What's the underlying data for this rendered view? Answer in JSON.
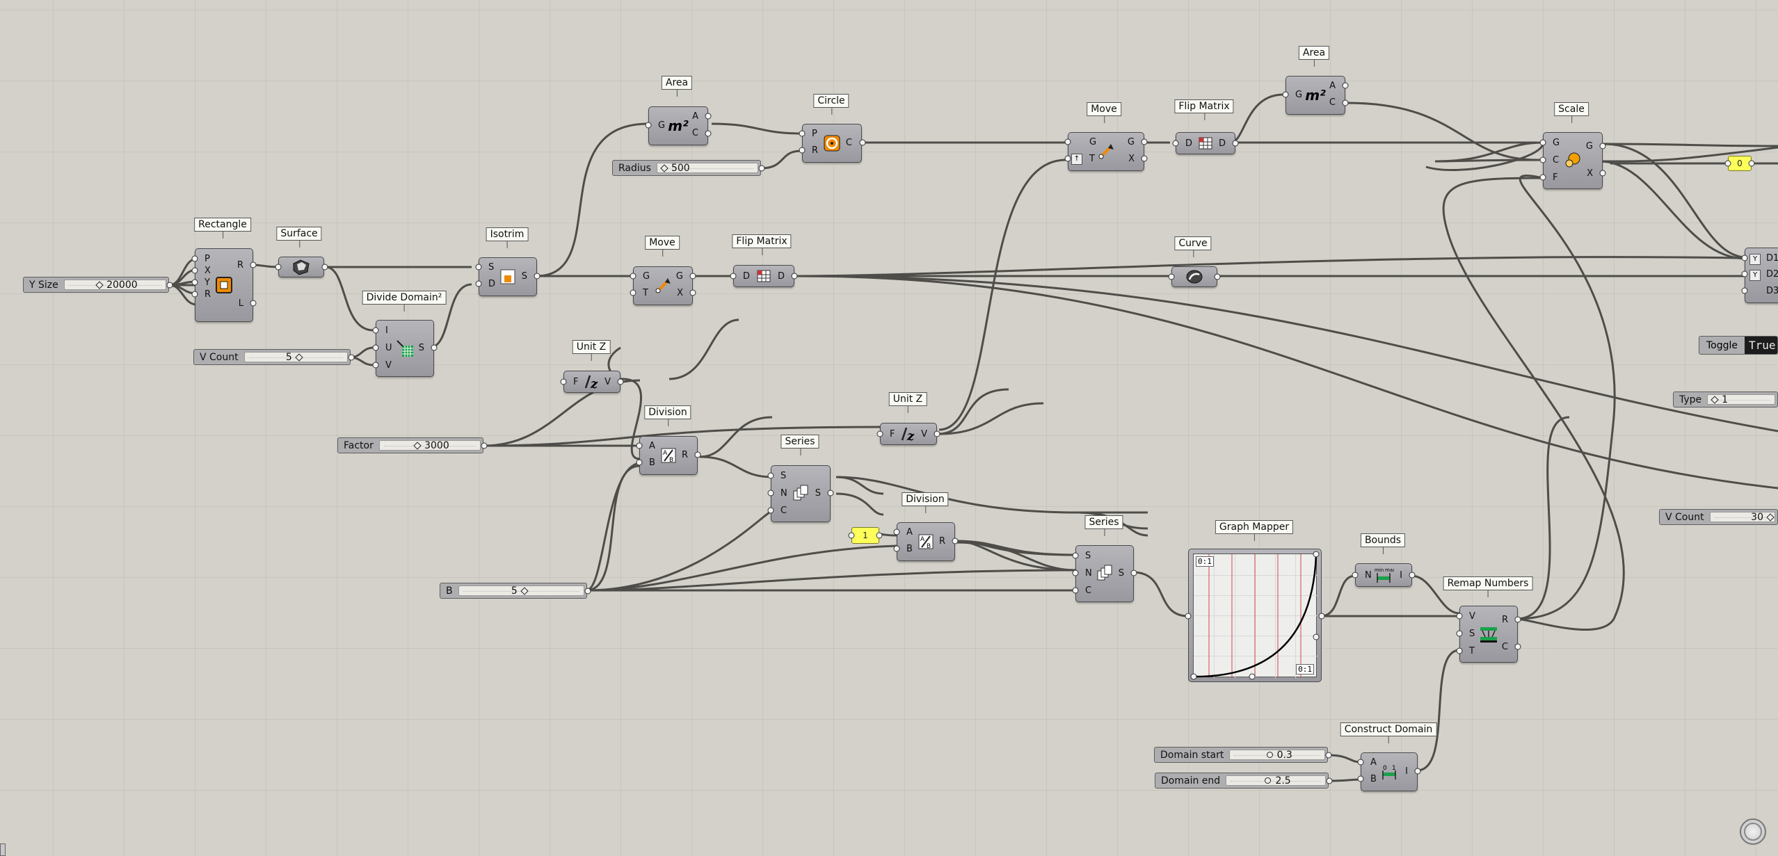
{
  "labels": {
    "rectangle": "Rectangle",
    "surface": "Surface",
    "divide_domain": "Divide Domain²",
    "isotrim": "Isotrim",
    "area_top": "Area",
    "circle": "Circle",
    "move_top": "Move",
    "flip_matrix_top": "Flip Matrix",
    "area_right": "Area",
    "scale": "Scale",
    "move_mid": "Move",
    "flip_matrix_mid": "Flip Matrix",
    "curve": "Curve",
    "unit_z_1": "Unit Z",
    "unit_z_2": "Unit Z",
    "division_1": "Division",
    "division_2": "Division",
    "series_1": "Series",
    "series_2": "Series",
    "graph_mapper": "Graph Mapper",
    "bounds": "Bounds",
    "remap_numbers": "Remap Numbers",
    "construct_domain": "Construct Domain"
  },
  "ports": {
    "rectangle": {
      "in": [
        "P",
        "X",
        "Y",
        "R"
      ],
      "out": [
        "R",
        "L"
      ]
    },
    "divide_domain": {
      "in": [
        "I",
        "U",
        "V"
      ],
      "out": [
        "S"
      ]
    },
    "isotrim": {
      "in": [
        "S",
        "D"
      ],
      "out": [
        "S"
      ]
    },
    "area": {
      "in": [
        "G"
      ],
      "out": [
        "A",
        "C"
      ]
    },
    "circle": {
      "in": [
        "P",
        "R"
      ],
      "out": [
        "C"
      ]
    },
    "move": {
      "in": [
        "G",
        "T"
      ],
      "out": [
        "G",
        "X"
      ]
    },
    "flip_matrix": {
      "in": [
        "D"
      ],
      "out": [
        "D"
      ]
    },
    "scale": {
      "in": [
        "G",
        "C",
        "F"
      ],
      "out": [
        "G",
        "X"
      ]
    },
    "unit_z": {
      "in": [
        "F"
      ],
      "out": [
        "V"
      ]
    },
    "division": {
      "in": [
        "A",
        "B"
      ],
      "out": [
        "R"
      ]
    },
    "series": {
      "in": [
        "S",
        "N",
        "C"
      ],
      "out": [
        "S"
      ]
    },
    "bounds": {
      "in": [
        "N"
      ],
      "out": [
        "I"
      ]
    },
    "remap_numbers": {
      "in": [
        "V",
        "S",
        "T"
      ],
      "out": [
        "R",
        "C"
      ]
    },
    "construct_domain": {
      "in": [
        "A",
        "B"
      ],
      "out": [
        "I"
      ]
    },
    "data_dam": {
      "in": [
        "D1",
        "D2",
        "D3"
      ]
    }
  },
  "sliders": {
    "y_size": {
      "name": "Y Size",
      "value": "20000"
    },
    "v_count_1": {
      "name": "V Count",
      "value": "5"
    },
    "radius": {
      "name": "Radius",
      "value": "500"
    },
    "factor": {
      "name": "Factor",
      "value": "3000"
    },
    "b": {
      "name": "B",
      "value": "5"
    },
    "type": {
      "name": "Type",
      "value": "1"
    },
    "v_count_2": {
      "name": "V Count",
      "value": "30"
    },
    "domain_start": {
      "name": "Domain start",
      "value": "0.3"
    },
    "domain_end": {
      "name": "Domain end",
      "value": "2.5"
    }
  },
  "panels": {
    "one": "1",
    "zero": "0"
  },
  "toggle": {
    "name": "Toggle",
    "value": "True"
  },
  "graph_mapper": {
    "domain_x": "0:1",
    "domain_y": "0:1"
  },
  "area_icon": "m²",
  "icons": {
    "rectangle": "rectangle-icon",
    "surface": "surface-icon",
    "divide_domain": "divide-domain-icon",
    "isotrim": "isotrim-icon",
    "area": "area-icon",
    "circle": "circle-icon",
    "move": "move-icon",
    "flip_matrix": "flip-matrix-icon",
    "scale": "scale-icon",
    "curve": "curve-icon",
    "unit_z": "unit-z-icon",
    "division": "division-icon",
    "series": "series-icon",
    "bounds": "bounds-icon",
    "remap": "remap-numbers-icon",
    "construct_domain": "construct-domain-icon",
    "navigation": "navigation-widget-icon"
  },
  "colors": {
    "canvas": "#d3d1c9",
    "wire": "#4e4d49",
    "component": "#a8a8ae",
    "panel": "#ffff5a",
    "icon_orange": "#f08a00",
    "icon_green": "#1aa14a"
  }
}
